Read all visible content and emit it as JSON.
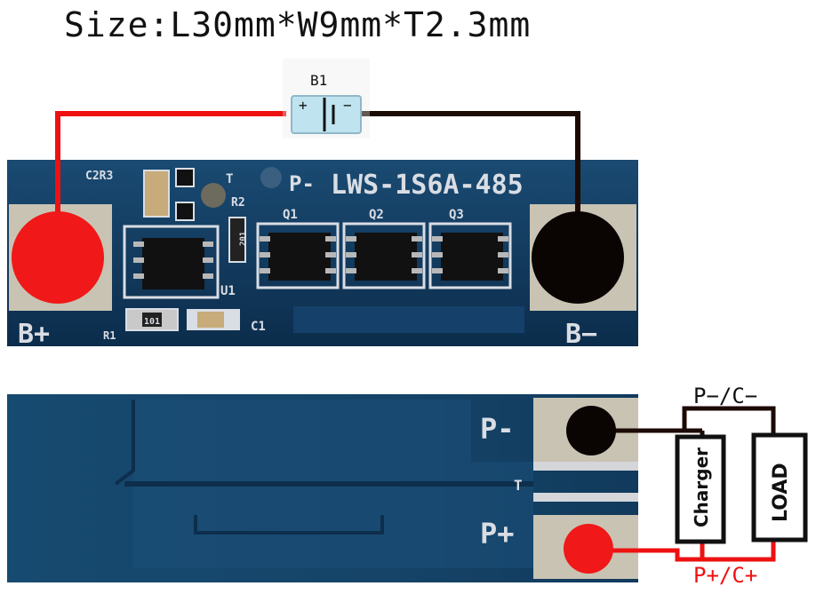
{
  "title": "Size:L30mm*W9mm*T2.3mm",
  "battery": {
    "label": "B1",
    "plus": "+",
    "minus": "−"
  },
  "top_board": {
    "model": "LWS-1S6A-485",
    "prefix": "P-",
    "silkscreen": {
      "c2r3": "C2R3",
      "r2": "R2",
      "r1": "R1",
      "c1": "C1",
      "u1": "U1",
      "t": "T",
      "q1": "Q1",
      "q2": "Q2",
      "q3": "Q3",
      "r101": "101",
      "r201": "201"
    },
    "b_plus": "B+",
    "b_minus": "B−"
  },
  "bottom_board": {
    "p_minus": "P-",
    "p_plus": "P+",
    "t": "T"
  },
  "wiring": {
    "top_label": "P−/C−",
    "bottom_label": "P+/C+",
    "charger": "Charger",
    "load": "LOAD"
  },
  "colors": {
    "pcb": "#0e3456",
    "wire_positive": "#ee1111",
    "wire_negative": "#1c0a05",
    "pad": "#c9c3b3"
  }
}
